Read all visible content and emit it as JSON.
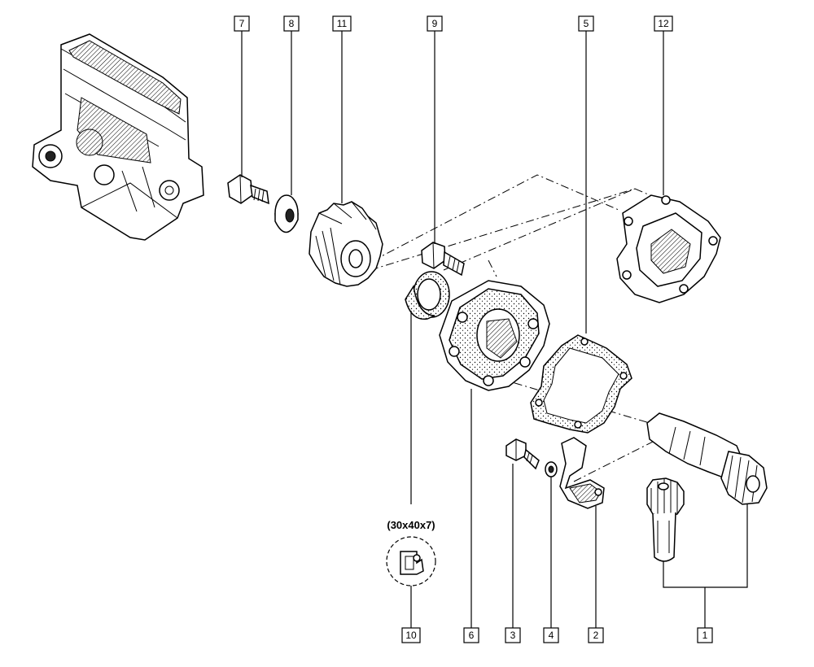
{
  "callouts": {
    "c1": "1",
    "c2": "2",
    "c3": "3",
    "c4": "4",
    "c5": "5",
    "c6": "6",
    "c7": "7",
    "c8": "8",
    "c9": "9",
    "c10": "10",
    "c11": "11",
    "c12": "12"
  },
  "seal_spec": "(30x40x7)"
}
